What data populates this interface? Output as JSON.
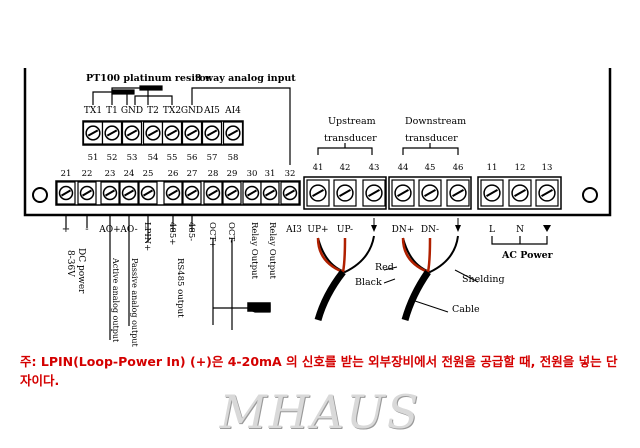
{
  "top_labels": {
    "pt100": "PT100 platinum resitor",
    "analog_input": "3 way analog input"
  },
  "upper_terminals": [
    {
      "label": "TX1",
      "num": "51"
    },
    {
      "label": "T1",
      "num": "52"
    },
    {
      "label": "GND",
      "num": "53"
    },
    {
      "label": "T2",
      "num": "54"
    },
    {
      "label": "TX2",
      "num": "55"
    },
    {
      "label": "GND",
      "num": "56"
    },
    {
      "label": "AI5",
      "num": "57"
    },
    {
      "label": "AI4",
      "num": "58"
    }
  ],
  "lower_numbers": [
    "21",
    "22",
    "23",
    "24",
    "25",
    "26",
    "27",
    "28",
    "29",
    "30",
    "31",
    "32"
  ],
  "bottom_labels": [
    "+",
    "-",
    "AO+",
    "AO-",
    "LPIN+",
    "485+",
    "485-",
    "OCT+",
    "OCT-",
    "",
    "",
    "AI3"
  ],
  "rotated_labels": {
    "dc_power": "DC power",
    "dc_range": "8-36V",
    "active_analog": "Active analog output",
    "passive_analog": "Passive analog output",
    "rs485": "RS485 output",
    "relay1": "Relay Output",
    "relay2": "Relay Output"
  },
  "transducers": {
    "upstream_title": "Upstream",
    "upstream_sub": "transducer",
    "downstream_title": "Downstream",
    "downstream_sub": "transducer",
    "up_nums": [
      "41",
      "42",
      "43"
    ],
    "down_nums": [
      "44",
      "45",
      "46"
    ],
    "up_labels": [
      "UP+",
      "UP-"
    ],
    "down_labels": [
      "DN+",
      "DN-"
    ],
    "ground_symbol": "⏚"
  },
  "ac": {
    "nums": [
      "11",
      "12",
      "13"
    ],
    "labels": [
      "L",
      "N"
    ],
    "title": "AC Power"
  },
  "cable_labels": {
    "red": "Red",
    "black": "Black",
    "shelding": "Shelding",
    "cable": "Cable"
  },
  "note": "주: LPIN(Loop-Power In) (+)은 4-20mA 의 신호를 받는 외부장비에서 전원을 공급할 때, 전원을 넣는 단자이다.",
  "brand": "MHAUS"
}
